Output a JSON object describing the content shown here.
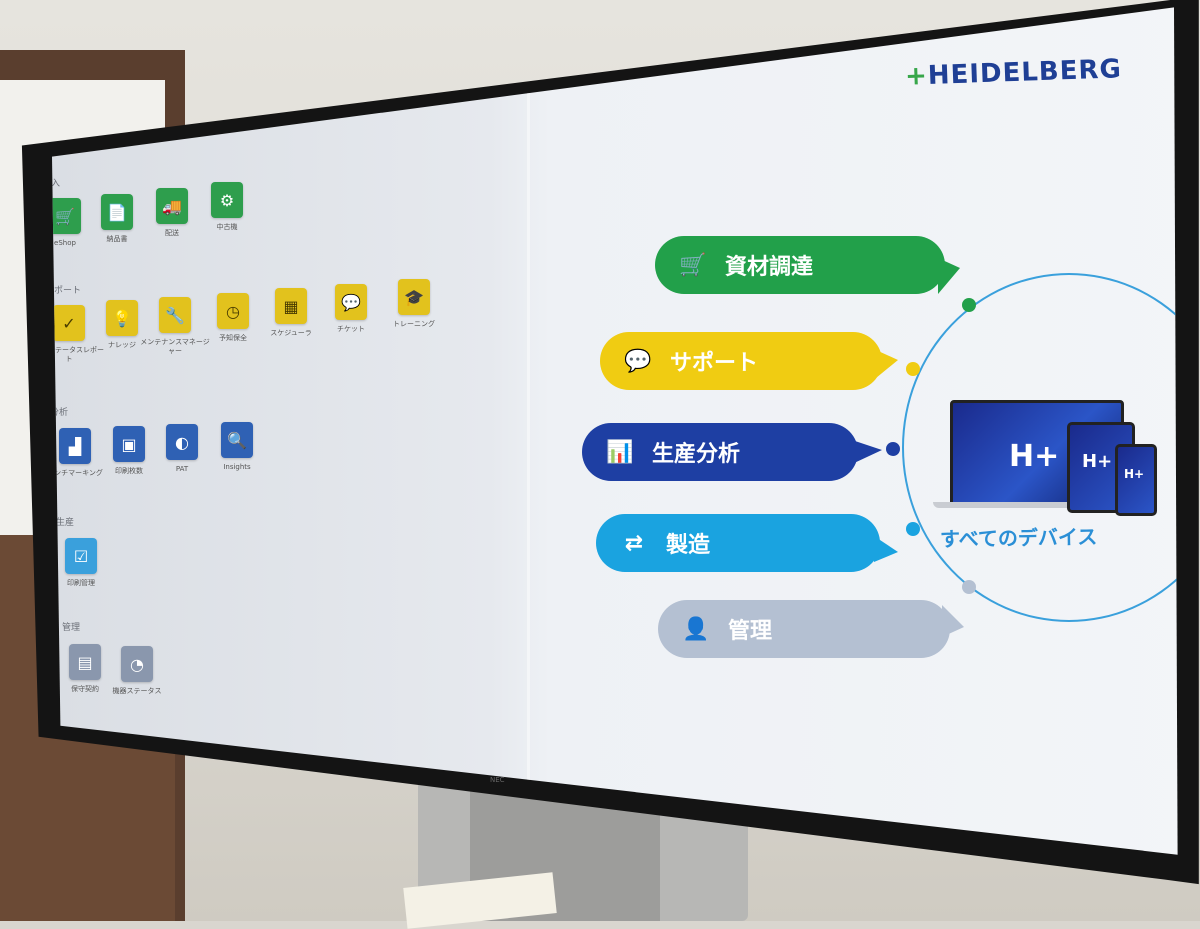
{
  "logo": {
    "text": "HEIDELBERG"
  },
  "sections": [
    {
      "label": "購入",
      "apps": [
        {
          "label": "eShop",
          "icon": "cart-icon"
        },
        {
          "label": "納品書",
          "icon": "document-icon"
        },
        {
          "label": "配送",
          "icon": "truck-icon"
        },
        {
          "label": "中古機",
          "icon": "machine-icon"
        }
      ]
    },
    {
      "label": "サポート",
      "apps": [
        {
          "label": "機能ステータスレポート",
          "icon": "check-circle-icon"
        },
        {
          "label": "ナレッジ",
          "icon": "lightbulb-icon"
        },
        {
          "label": "メンテナンスマネージャー",
          "icon": "wrench-icon"
        },
        {
          "label": "予知保全",
          "icon": "gauge-icon"
        },
        {
          "label": "スケジューラ",
          "icon": "calendar-icon"
        },
        {
          "label": "チケット",
          "icon": "chat-wrench-icon"
        },
        {
          "label": "トレーニング",
          "icon": "graduation-icon"
        }
      ]
    },
    {
      "label": "分析",
      "apps": [
        {
          "label": "ベンチマーキング",
          "icon": "chart-icon"
        },
        {
          "label": "印刷枚数",
          "icon": "print-count-icon"
        },
        {
          "label": "PAT",
          "icon": "pat-icon"
        },
        {
          "label": "Insights",
          "icon": "insights-icon"
        }
      ]
    },
    {
      "label": "生産",
      "apps": [
        {
          "label": "印刷管理",
          "icon": "checklist-icon"
        }
      ]
    },
    {
      "label": "管理",
      "apps": [
        {
          "label": "保守契約",
          "icon": "contract-icon"
        },
        {
          "label": "機器ステータス",
          "icon": "status-icon"
        }
      ]
    }
  ],
  "pills": [
    {
      "label": "資材調達",
      "icon": "cart-icon",
      "color": "#22a04a"
    },
    {
      "label": "サポート",
      "icon": "chat-wrench-icon",
      "color": "#f0cc12"
    },
    {
      "label": "生産分析",
      "icon": "chart-icon",
      "color": "#1e3fa3"
    },
    {
      "label": "製造",
      "icon": "arrows-icon",
      "color": "#1aa3e0"
    },
    {
      "label": "管理",
      "icon": "person-icon",
      "color": "#b4c0d2"
    }
  ],
  "devices_caption": "すべてのデバイス",
  "device_logo": "H+",
  "tv_brand": "NEC"
}
